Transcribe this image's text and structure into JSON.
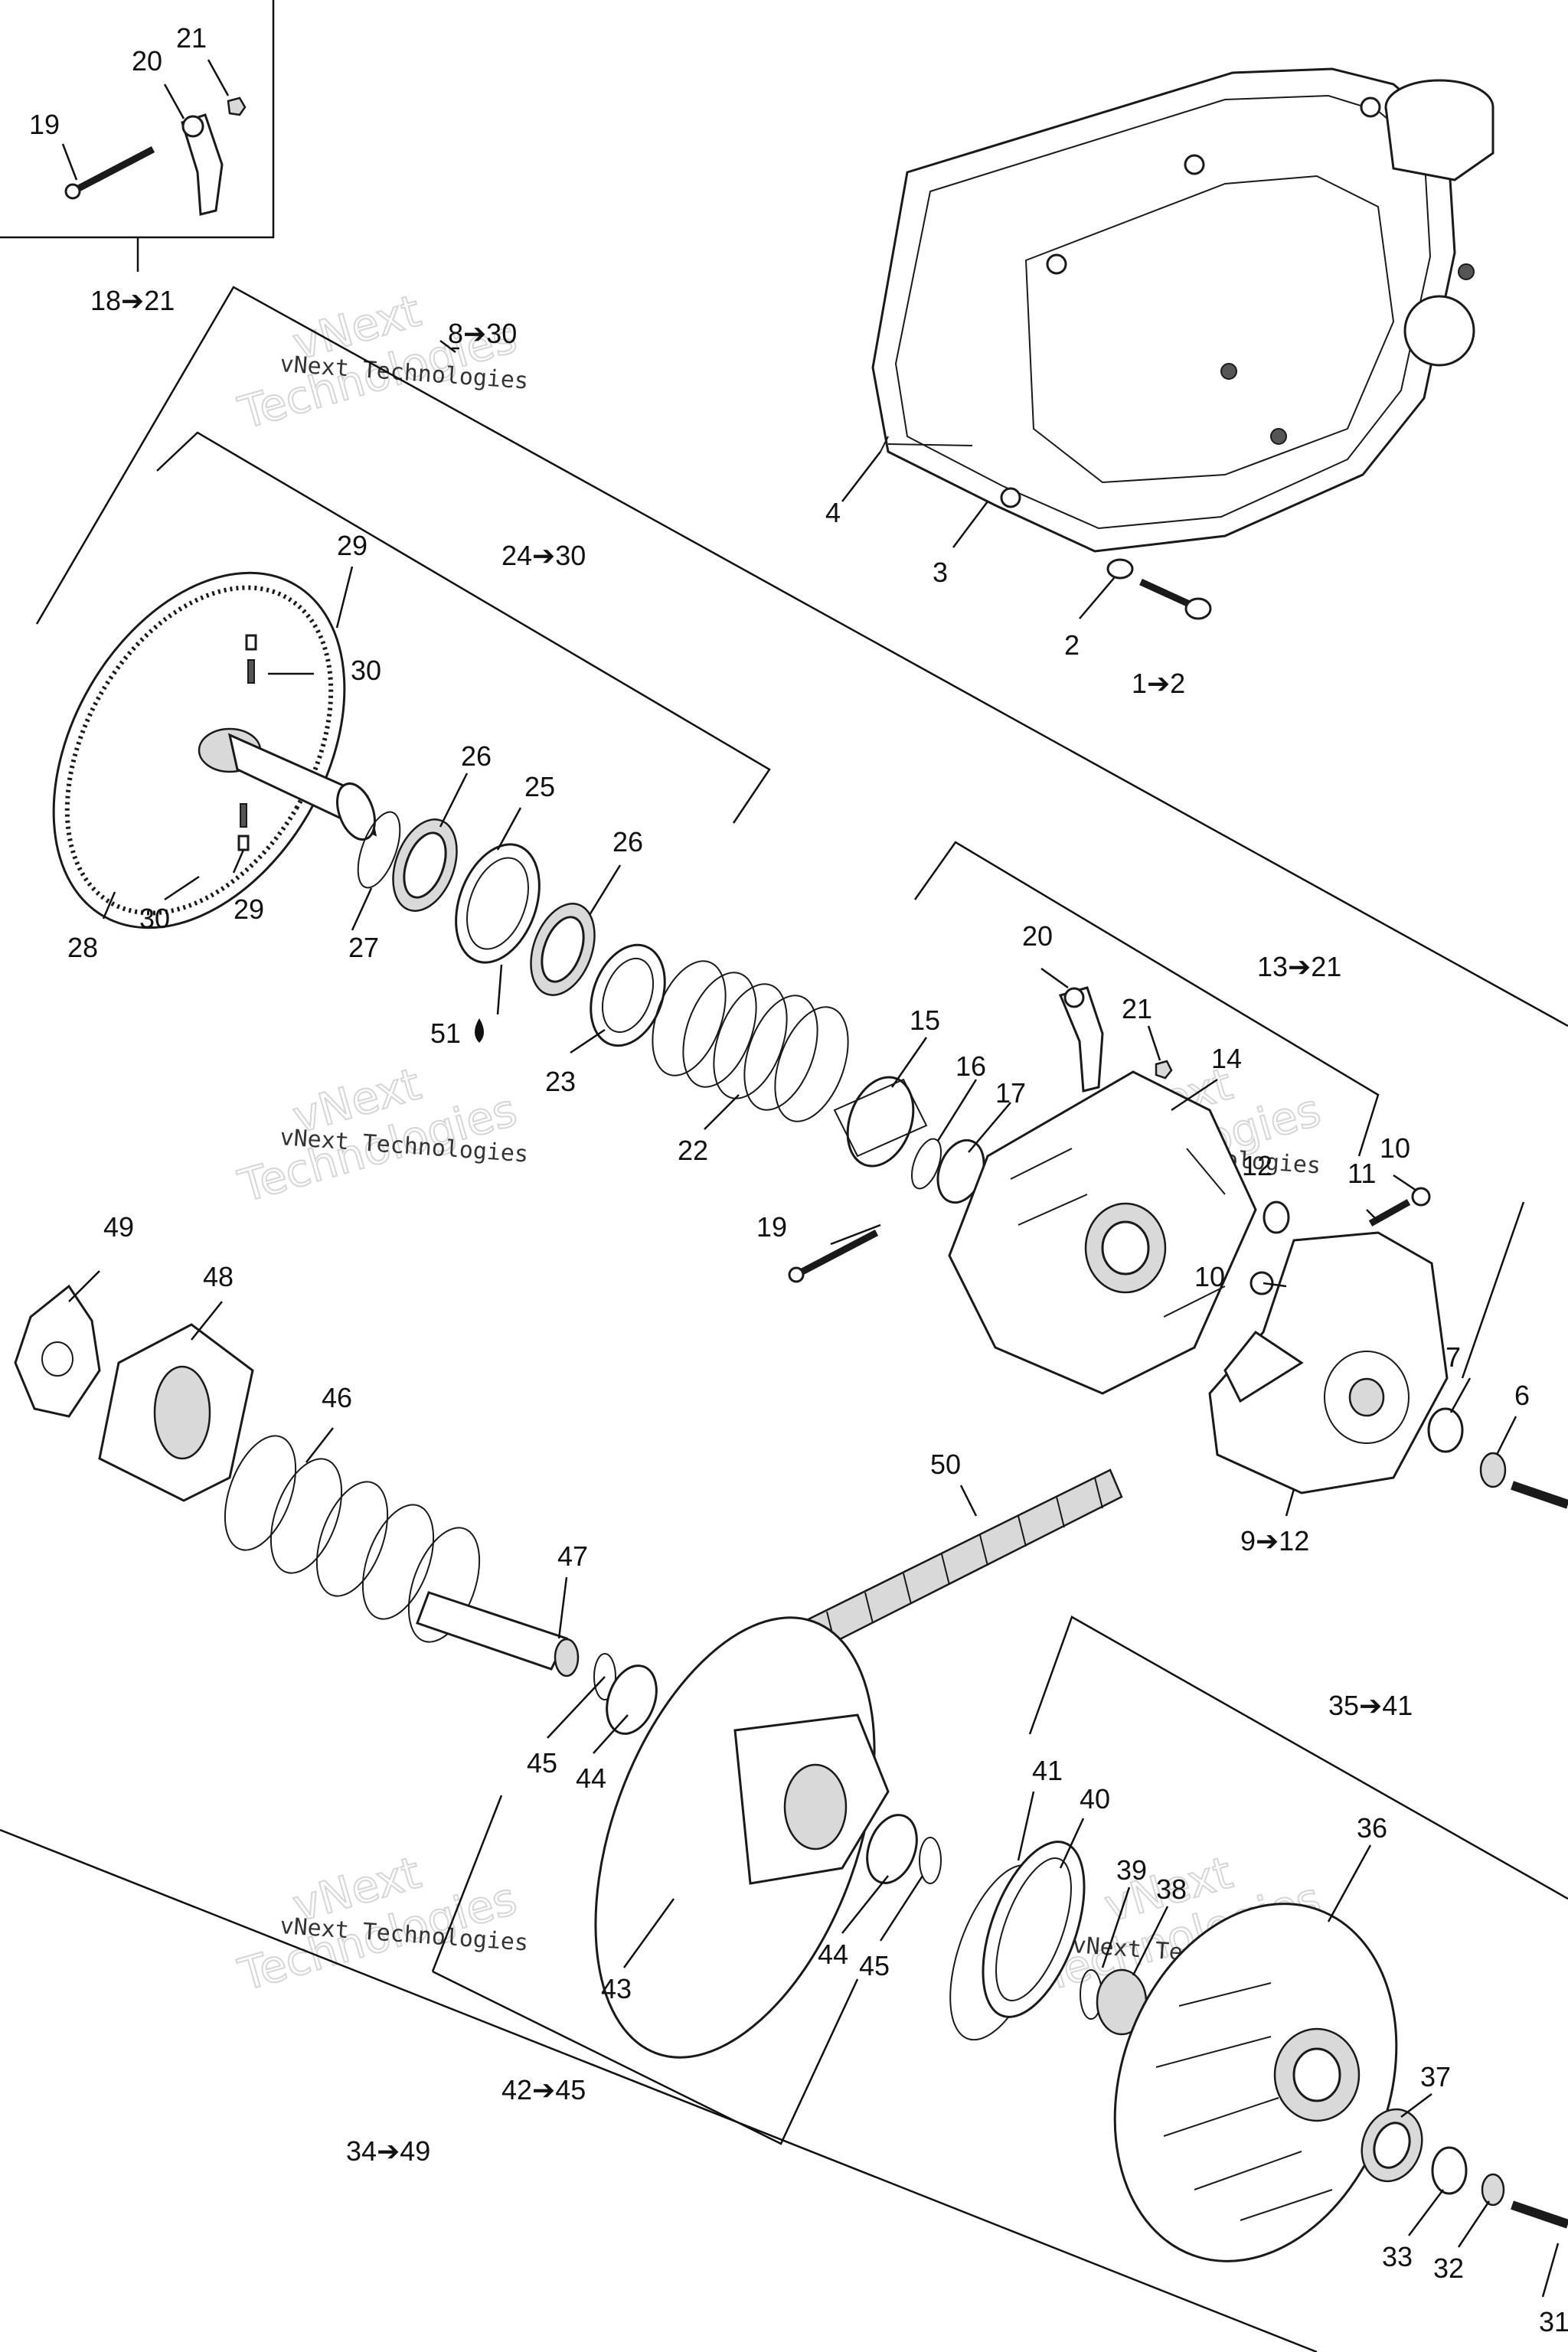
{
  "watermark": {
    "line1": "vNext Technologies",
    "big_line1": "vNext",
    "big_line2": "Technologies"
  },
  "callouts": [
    "1➔2",
    "2",
    "3",
    "4",
    "6",
    "7",
    "8➔30",
    "9➔12",
    "10",
    "10",
    "11",
    "12",
    "13➔21",
    "14",
    "15",
    "16",
    "17",
    "18➔21",
    "19",
    "19",
    "20",
    "20",
    "21",
    "21",
    "22",
    "23",
    "24➔30",
    "25",
    "26",
    "26",
    "27",
    "28",
    "29",
    "29",
    "30",
    "30",
    "31",
    "32",
    "33",
    "34➔49",
    "35➔41",
    "36",
    "37",
    "38",
    "39",
    "40",
    "41",
    "42➔45",
    "43",
    "44",
    "44",
    "45",
    "45",
    "46",
    "47",
    "48",
    "49",
    "50",
    "51"
  ]
}
